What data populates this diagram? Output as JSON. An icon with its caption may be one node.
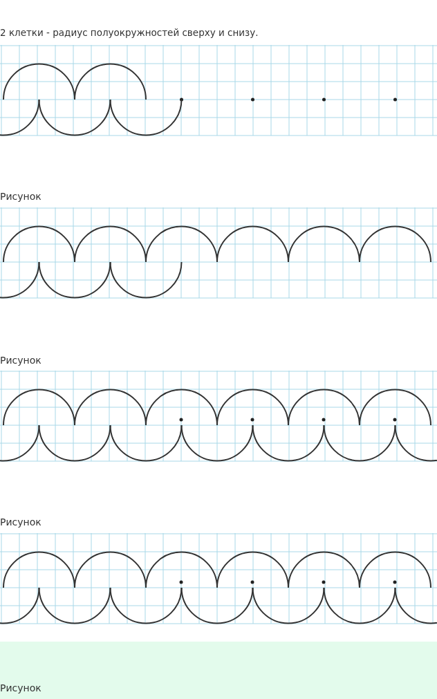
{
  "diagram": {
    "title": "2 клетки - радиус полуокружностей сверху и снизу.",
    "labels": [
      "Рисунок",
      "Рисунок",
      "Рисунок",
      "Рисунок"
    ]
  }
}
